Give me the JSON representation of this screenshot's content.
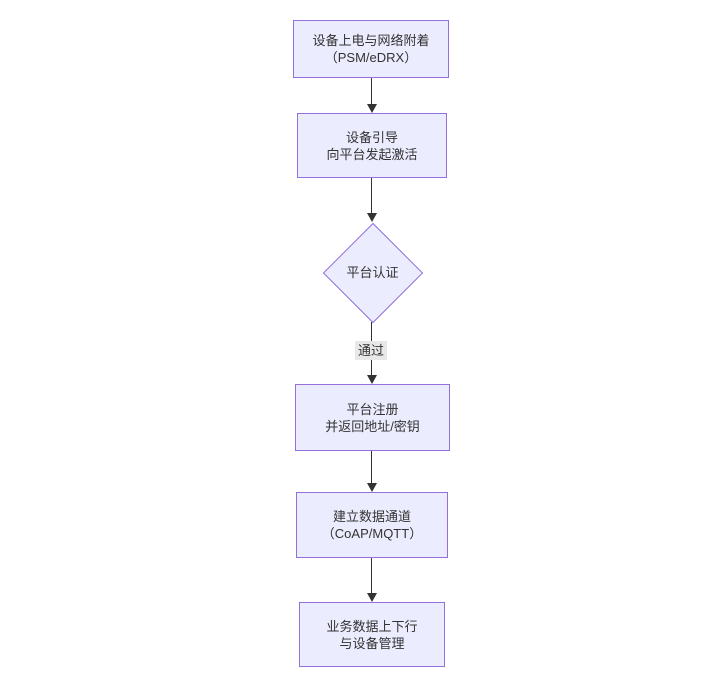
{
  "colors": {
    "node_fill": "#ECECFF",
    "node_border": "#9370DB",
    "edge_color": "#333333",
    "edge_label_bg": "#e8e8e8",
    "text_color": "#333333",
    "canvas_bg": "#ffffff"
  },
  "diagram": {
    "type": "flowchart",
    "direction": "top-down",
    "nodes": [
      {
        "id": "A",
        "shape": "rect",
        "lines": [
          "设备上电与网络附着",
          "（PSM/eDRX）"
        ]
      },
      {
        "id": "B",
        "shape": "rect",
        "lines": [
          "设备引导",
          "向平台发起激活"
        ]
      },
      {
        "id": "C",
        "shape": "diamond",
        "lines": [
          "平台认证"
        ]
      },
      {
        "id": "D",
        "shape": "rect",
        "lines": [
          "平台注册",
          "并返回地址/密钥"
        ]
      },
      {
        "id": "E",
        "shape": "rect",
        "lines": [
          "建立数据通道",
          "（CoAP/MQTT）"
        ]
      },
      {
        "id": "F",
        "shape": "rect",
        "lines": [
          "业务数据上下行",
          "与设备管理"
        ]
      }
    ],
    "edges": [
      {
        "from": "A",
        "to": "B",
        "label": ""
      },
      {
        "from": "B",
        "to": "C",
        "label": ""
      },
      {
        "from": "C",
        "to": "D",
        "label": "通过"
      },
      {
        "from": "D",
        "to": "E",
        "label": ""
      },
      {
        "from": "E",
        "to": "F",
        "label": ""
      }
    ]
  }
}
